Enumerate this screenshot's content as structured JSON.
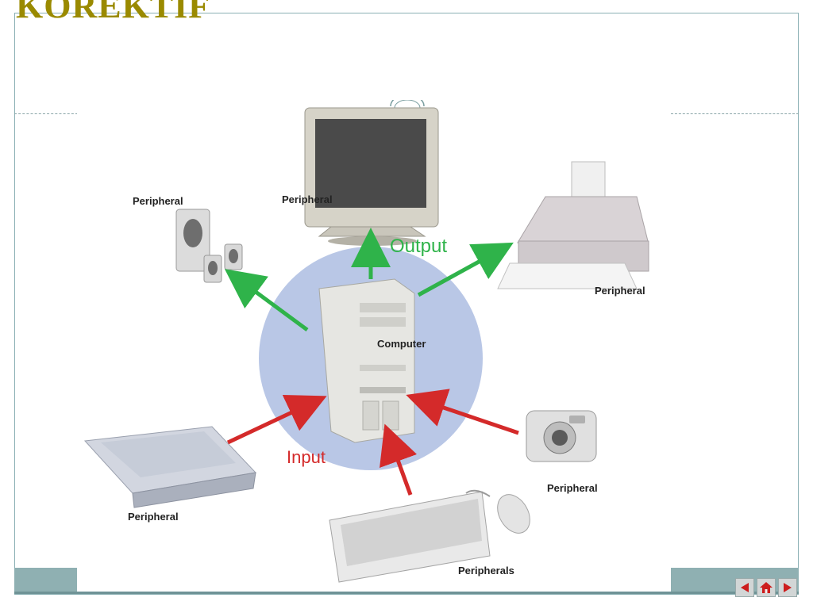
{
  "slide": {
    "title": "KOREKTIF"
  },
  "diagram": {
    "labels": {
      "speakers": "Peripheral",
      "monitor": "Peripheral",
      "printer": "Peripheral",
      "scanner": "Peripheral",
      "camera": "Peripheral",
      "keyboard": "Peripherals",
      "computer": "Computer",
      "output": "Output",
      "input": "Input"
    },
    "colors": {
      "output_arrow": "#2fb34a",
      "input_arrow": "#d42a2a",
      "hub_circle": "#b9c7e6",
      "title": "#9a8a00"
    }
  },
  "nav": {
    "prev_icon": "triangle-left-icon",
    "home_icon": "home-icon",
    "next_icon": "triangle-right-icon"
  }
}
